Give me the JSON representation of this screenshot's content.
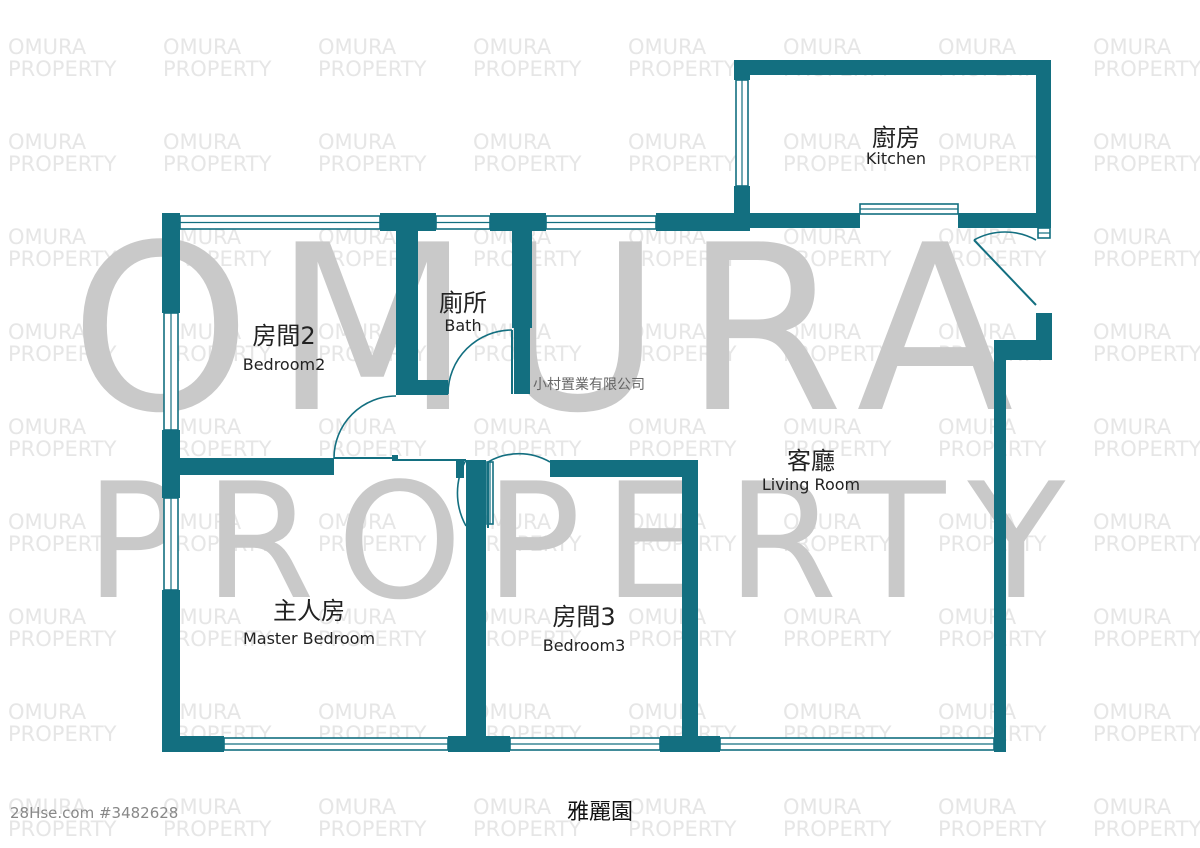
{
  "watermark": {
    "big_line1": "OMURA",
    "big_line2": "PROPERTY",
    "small_line1": "OMURA",
    "small_line2": "PROPERTY"
  },
  "colors": {
    "wall": "#136f80",
    "window": "#136f80",
    "door": "#136f80"
  },
  "rooms": {
    "kitchen": {
      "zh": "廚房",
      "en": "Kitchen"
    },
    "bath": {
      "zh": "廁所",
      "en": "Bath"
    },
    "bedroom2": {
      "zh": "房間2",
      "en": "Bedroom2"
    },
    "living": {
      "zh": "客廳",
      "en": "Living Room"
    },
    "master": {
      "zh": "主人房",
      "en": "Master Bedroom"
    },
    "bedroom3": {
      "zh": "房間3",
      "en": "Bedroom3"
    }
  },
  "agency_name": "小村置業有限公司",
  "estate_name": "雅麗園",
  "listing_ref": "28Hse.com #3482628"
}
